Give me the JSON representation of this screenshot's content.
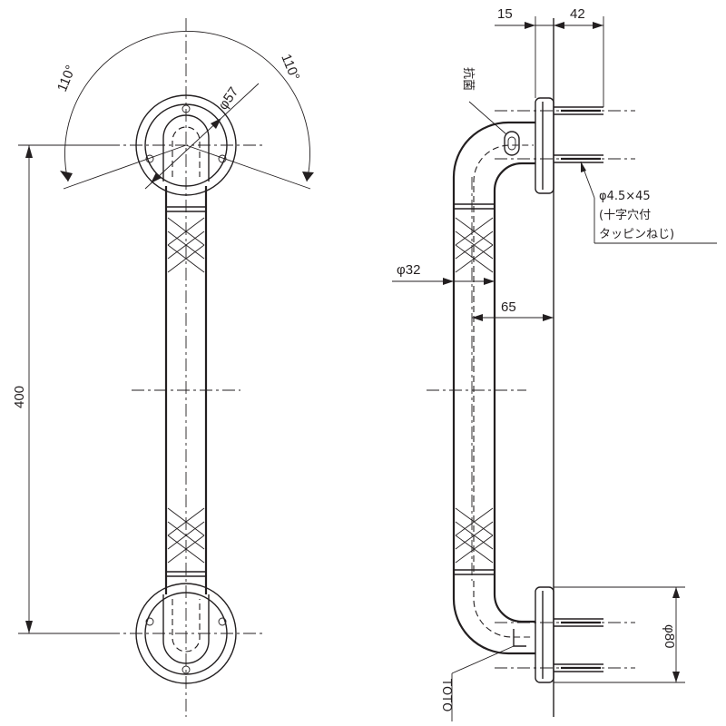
{
  "front_view": {
    "angle_left": "110°",
    "angle_right": "110°",
    "flange_diameter": "φ57",
    "length": "400"
  },
  "side_view": {
    "top_dim_a": "15",
    "top_dim_b": "42",
    "material_label": "抗菌",
    "screw_spec_line1": "φ4.5×45",
    "screw_spec_line2": "(十字穴付",
    "screw_spec_line3": "タッピンねじ)",
    "bar_diameter": "φ32",
    "projection": "65",
    "base_diameter": "φ80",
    "brand_label": "TOTO"
  }
}
